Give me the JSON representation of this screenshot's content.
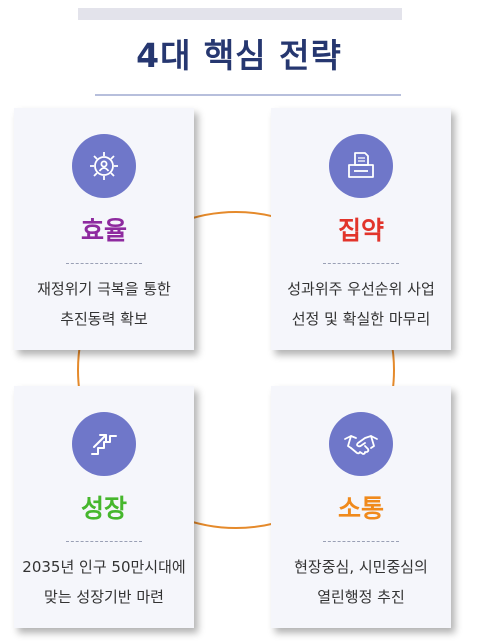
{
  "title": "4대 핵심 전략",
  "colors": {
    "title": "#263770",
    "icon_bg": "#6f77c9",
    "connector": "#e58a2b",
    "card_bg": "#f5f6fb"
  },
  "strategies": [
    {
      "title": "효율",
      "title_color": "#8e2a9f",
      "icon": "gear-person-icon",
      "desc": [
        "재정위기 극복을 통한",
        "추진동력 확보"
      ]
    },
    {
      "title": "집약",
      "title_color": "#e2342b",
      "icon": "printer-icon",
      "desc": [
        "성과위주 우선순위 사업",
        "선정 및 확실한 마무리"
      ]
    },
    {
      "title": "성장",
      "title_color": "#46b72d",
      "icon": "stairs-arrow-icon",
      "desc": [
        "2035년 인구 50만시대에",
        "맞는 성장기반 마련"
      ]
    },
    {
      "title": "소통",
      "title_color": "#f08a1c",
      "icon": "handshake-icon",
      "desc": [
        "현장중심, 시민중심의",
        "열린행정 추진"
      ]
    }
  ]
}
